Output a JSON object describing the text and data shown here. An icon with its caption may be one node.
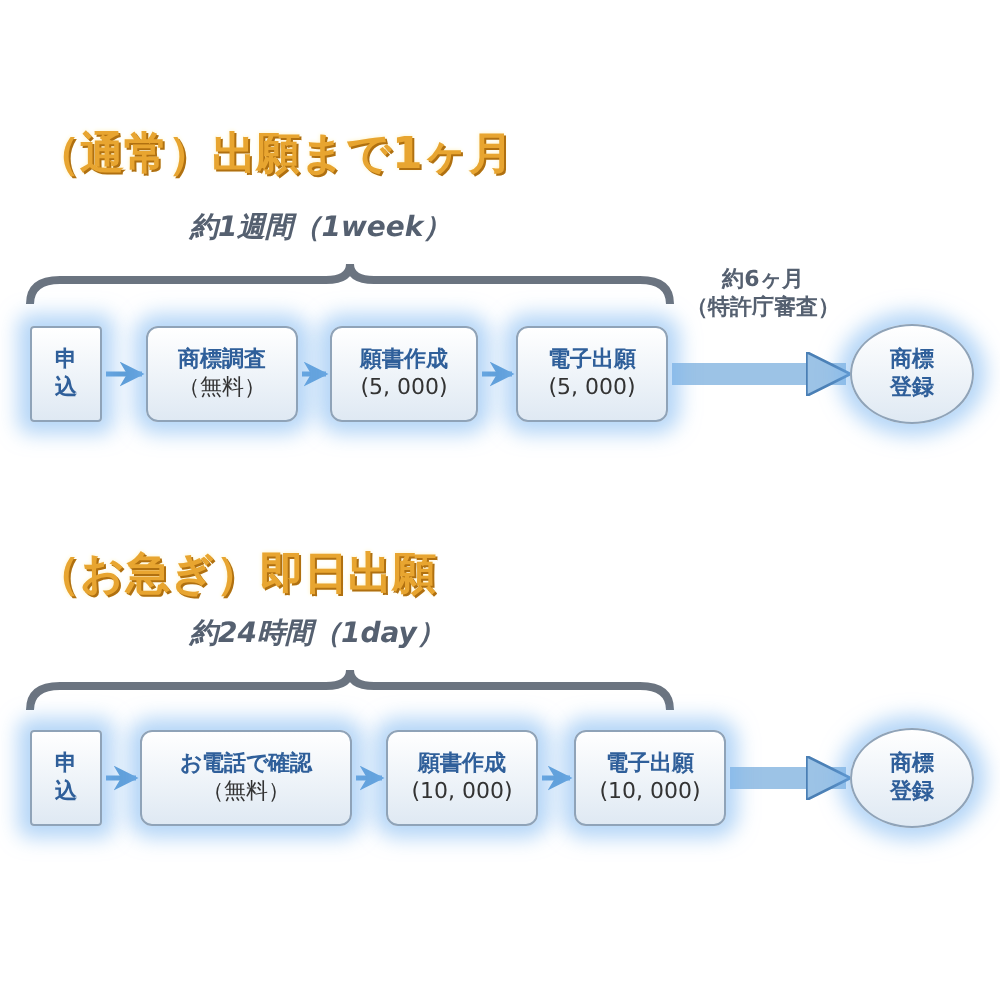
{
  "diagram": {
    "nodes": [
      {
        "text": [
          "申込"
        ]
      },
      {
        "text": [
          "商標調査",
          "（無料）"
        ]
      },
      {
        "text": [
          "願書作成",
          "(5, 000)"
        ]
      },
      {
        "text": [
          "電子出願",
          "(5, 000)"
        ]
      },
      {
        "text": [
          "商標登録"
        ]
      },
      {
        "text": [
          "申込"
        ]
      },
      {
        "text": [
          "お電話で確認",
          "（無料）"
        ]
      },
      {
        "text": [
          "願書作成",
          "(10, 000)"
        ]
      },
      {
        "text": [
          "電子出願",
          "(10, 000)"
        ]
      },
      {
        "text": [
          "商標登録"
        ]
      }
    ],
    "edges": [
      {
        "from": 0,
        "to": 1,
        "arrow": "to"
      },
      {
        "from": 1,
        "to": 2,
        "arrow": "to"
      },
      {
        "from": 2,
        "to": 3,
        "arrow": "to"
      },
      {
        "from": 3,
        "to": 4,
        "arrow": "to",
        "style": "thick",
        "label": "約6ヶ月（特許庁審査）"
      },
      {
        "from": 5,
        "to": 6,
        "arrow": "to"
      },
      {
        "from": 6,
        "to": 7,
        "arrow": "to"
      },
      {
        "from": 7,
        "to": 8,
        "arrow": "to"
      },
      {
        "from": 8,
        "to": 9,
        "arrow": "to",
        "style": "thick"
      }
    ],
    "labels": [
      "（通常）出願まで1ヶ月",
      "約1週間（1week）",
      "（お急ぎ）即日出願",
      "約24時間（1day）"
    ]
  }
}
